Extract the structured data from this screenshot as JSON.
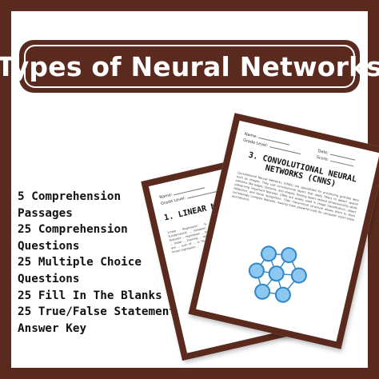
{
  "title": "Types of Neural Networks",
  "features": [
    "5 Comprehension",
    "Passages",
    "25 Comprehension",
    "Questions",
    "25 Multiple Choice",
    "Questions",
    "25 Fill In The Blanks",
    "25 True/False Statements",
    "Answer Key"
  ],
  "worksheet_back": {
    "name_label": "Name:",
    "grade_label": "Grade Level:",
    "heading": "1. LINEAR N",
    "body": "Linear Regression is a Fundamental ... between input features ... regression ... to make ... linear ... training ... making ... are ... sum of ... in its ... on ... linear regression ..."
  },
  "worksheet_front": {
    "name_label": "Name:",
    "grade_label": "Grade Level:",
    "date_label": "Date:",
    "score_label": "Score:",
    "heading": "3. CONVOLUTIONAL NEURAL NETWORKS (CNNS)",
    "body": "Convolutional Neural Networks (CNNs) are specialized for processing grid-like data such as images. They use convolutional layers that apply filters to detect spatial patterns like edges, textures, and shapes. Pooling layers reduce dimensionality while preserving important features. CNNs are widely used in image classification, object detection, and facial recognition. Their hierarchical structure allows them to learn increasingly complex features, making them powerful tools for computer vision tasks and beyond."
  },
  "colors": {
    "frame": "#5a2a1e",
    "banner_text": "#ffffff",
    "text": "#111111",
    "node_fill": "#8cc8f0",
    "node_stroke": "#2f86c8"
  },
  "icons": [
    "neural-network-graphic"
  ]
}
